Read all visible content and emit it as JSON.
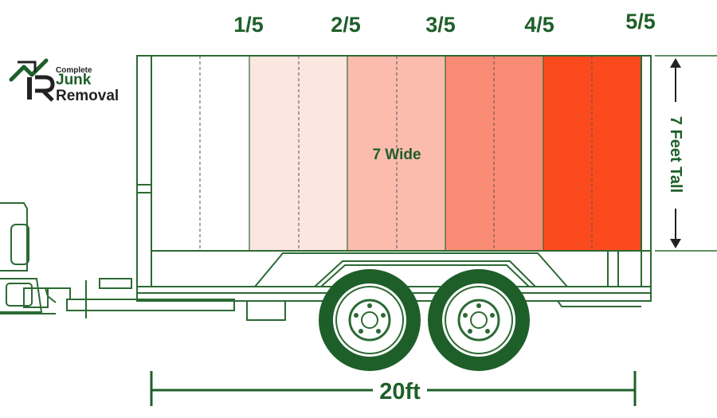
{
  "logo": {
    "line1": "Complete",
    "line2": "Junk",
    "line3": "Removal"
  },
  "fractions": [
    "1/5",
    "2/5",
    "3/5",
    "4/5",
    "5/5"
  ],
  "fill_colors": [
    "#ffffff",
    "#fce6e0",
    "#fbbcae",
    "#fa8b74",
    "#fb4b1e"
  ],
  "labels": {
    "width": "7 Wide",
    "height": "7 Feet Tall",
    "length": "20ft"
  },
  "colors": {
    "brand_green": "#1e5f29",
    "outline_green": "#2b6a33"
  }
}
